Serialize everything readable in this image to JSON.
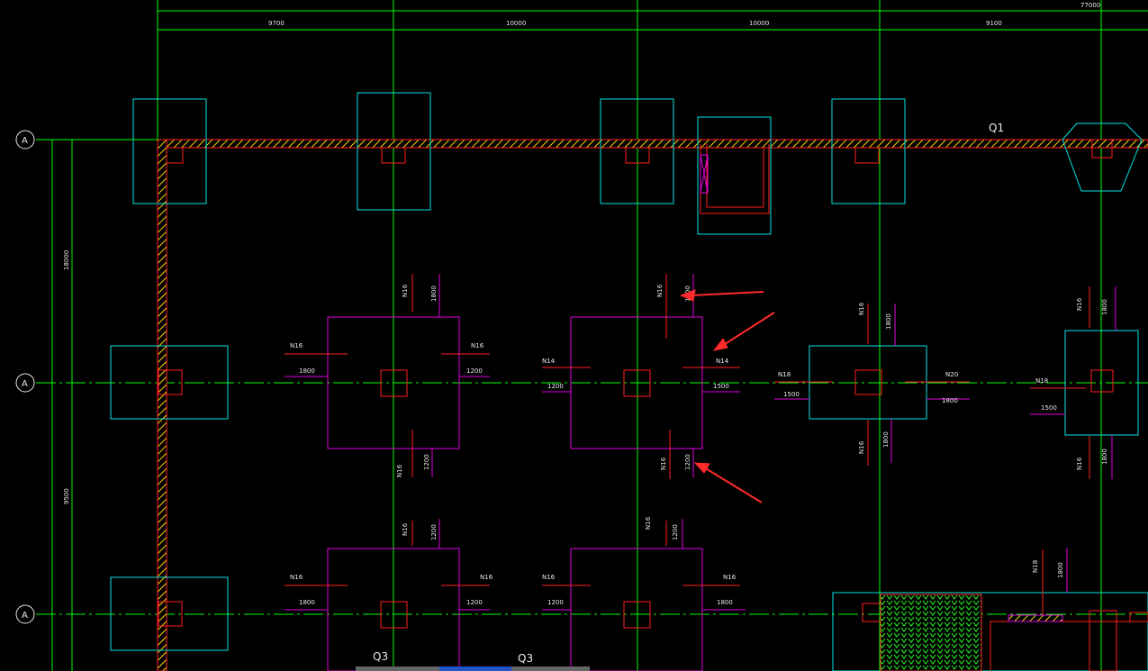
{
  "app": {
    "name": "CAD drawing viewport"
  },
  "colors": {
    "background": "#000000",
    "grid": "#00ff00",
    "cyan": "#00e5e5",
    "magenta": "#e000e0",
    "red": "#ff2020",
    "yellow": "#ffd700",
    "white": "#e8e8e8",
    "annotation_arrow": "#ff2a2a"
  },
  "top_dimensions": [
    "9700",
    "10000",
    "10000",
    "9100",
    "77000"
  ],
  "axis_labels": [
    "A",
    "A",
    "A"
  ],
  "vertical_dimensions": [
    "18000",
    "9500"
  ],
  "wall_labels": {
    "q1": "Q1",
    "q3_left": "Q3",
    "q3_right": "Q3"
  },
  "rebar": {
    "n14": "N14",
    "n16": "N16",
    "n18": "N18",
    "n20": "N20"
  },
  "dims": {
    "d1800": "1800",
    "d1200": "1200",
    "d1500": "1500"
  }
}
